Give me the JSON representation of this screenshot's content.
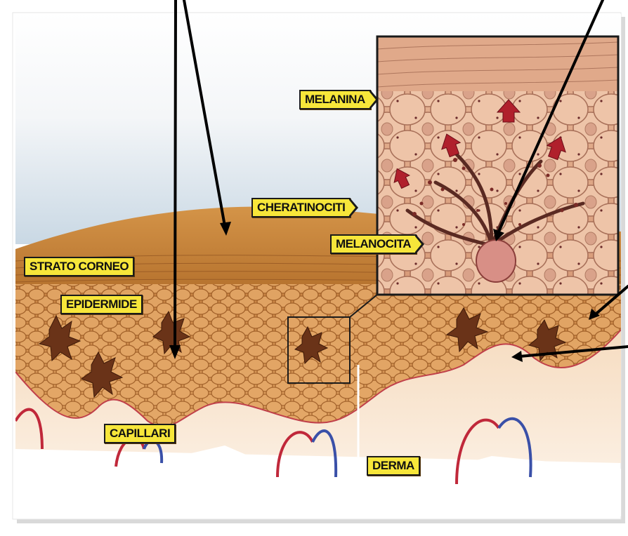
{
  "labels": {
    "melanina": "MELANINA",
    "cheratinociti": "CHERATINOCITI",
    "melanocita": "MELANOCITA",
    "strato_corneo": "STRATO CORNEO",
    "epidermide": "EPIDERMIDE",
    "capillari": "CAPILLARI",
    "derma": "DERMA"
  },
  "colors": {
    "label_fill": "#f7e63a",
    "label_border": "#1a1a1a",
    "skin_surface": "#c8843a",
    "epidermis": "#d8964e",
    "dermis": "#f3d3b0",
    "melanocyte": "#6a3318",
    "melanin_arrow": "#b0202c",
    "capillary_red": "#c0283a",
    "capillary_blue": "#3a50a8",
    "pointer_arrow": "#000000"
  }
}
